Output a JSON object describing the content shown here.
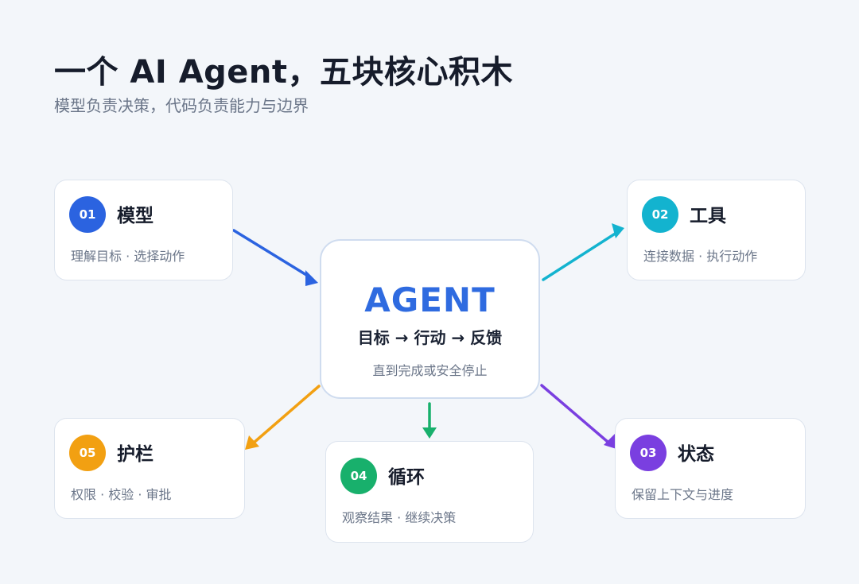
{
  "title": "一个 AI Agent，五块核心积木",
  "subtitle": "模型负责决策，代码负责能力与边界",
  "center": {
    "name": "AGENT",
    "loop": "目标 → 行动 → 反馈",
    "note": "直到完成或安全停止"
  },
  "blocks": {
    "model": {
      "num": "01",
      "title": "模型",
      "desc": "理解目标 · 选择动作",
      "color": "#2b63e0"
    },
    "tools": {
      "num": "02",
      "title": "工具",
      "desc": "连接数据 · 执行动作",
      "color": "#13b3cf"
    },
    "state": {
      "num": "03",
      "title": "状态",
      "desc": "保留上下文与进度",
      "color": "#7a3fe0"
    },
    "loop": {
      "num": "04",
      "title": "循环",
      "desc": "观察结果 · 继续决策",
      "color": "#18b06c"
    },
    "guardrail": {
      "num": "05",
      "title": "护栏",
      "desc": "权限 · 校验 · 审批",
      "color": "#f2a012"
    }
  }
}
